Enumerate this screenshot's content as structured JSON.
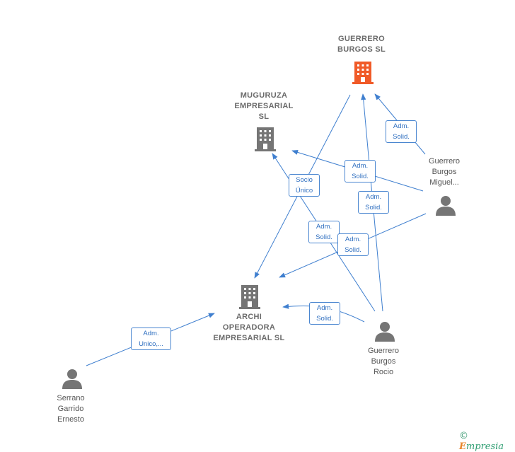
{
  "nodes": {
    "guerrero_burgos_sl": {
      "label": "GUERRERO\nBURGOS  SL",
      "type": "company",
      "color": "#f05a28"
    },
    "muguruza": {
      "label": "MUGURUZA\nEMPRESARIAL\nSL",
      "type": "company",
      "color": "#757575"
    },
    "archi": {
      "label": "ARCHI\nOPERADORA\nEMPRESARIAL SL",
      "type": "company",
      "color": "#757575"
    },
    "guerrero_miguel": {
      "label": "Guerrero\nBurgos\nMiguel...",
      "type": "person",
      "color": "#757575"
    },
    "guerrero_rocio": {
      "label": "Guerrero\nBurgos\nRocio",
      "type": "person",
      "color": "#757575"
    },
    "serrano": {
      "label": "Serrano\nGarrido\nErnesto",
      "type": "person",
      "color": "#757575"
    }
  },
  "edges": [
    {
      "id": "miguel-guerrero",
      "label": "Adm.\nSolid."
    },
    {
      "id": "miguel-muguruza",
      "label": "Adm.\nSolid."
    },
    {
      "id": "guerrero-archi",
      "label": "Socio\nÚnico"
    },
    {
      "id": "rocio-guerrero",
      "label": "Adm.\nSolid."
    },
    {
      "id": "rocio-muguruza",
      "label": "Adm.\nSolid."
    },
    {
      "id": "miguel-archi",
      "label": "Adm.\nSolid."
    },
    {
      "id": "rocio-archi",
      "label": "Adm.\nSolid."
    },
    {
      "id": "serrano-archi",
      "label": "Adm.\nUnico,..."
    }
  ],
  "colors": {
    "edge": "#3f7fcf",
    "accent": "#f05a28",
    "node": "#757575"
  },
  "brand": {
    "copyright": "©",
    "name": "mpresia",
    "initial": "E"
  }
}
